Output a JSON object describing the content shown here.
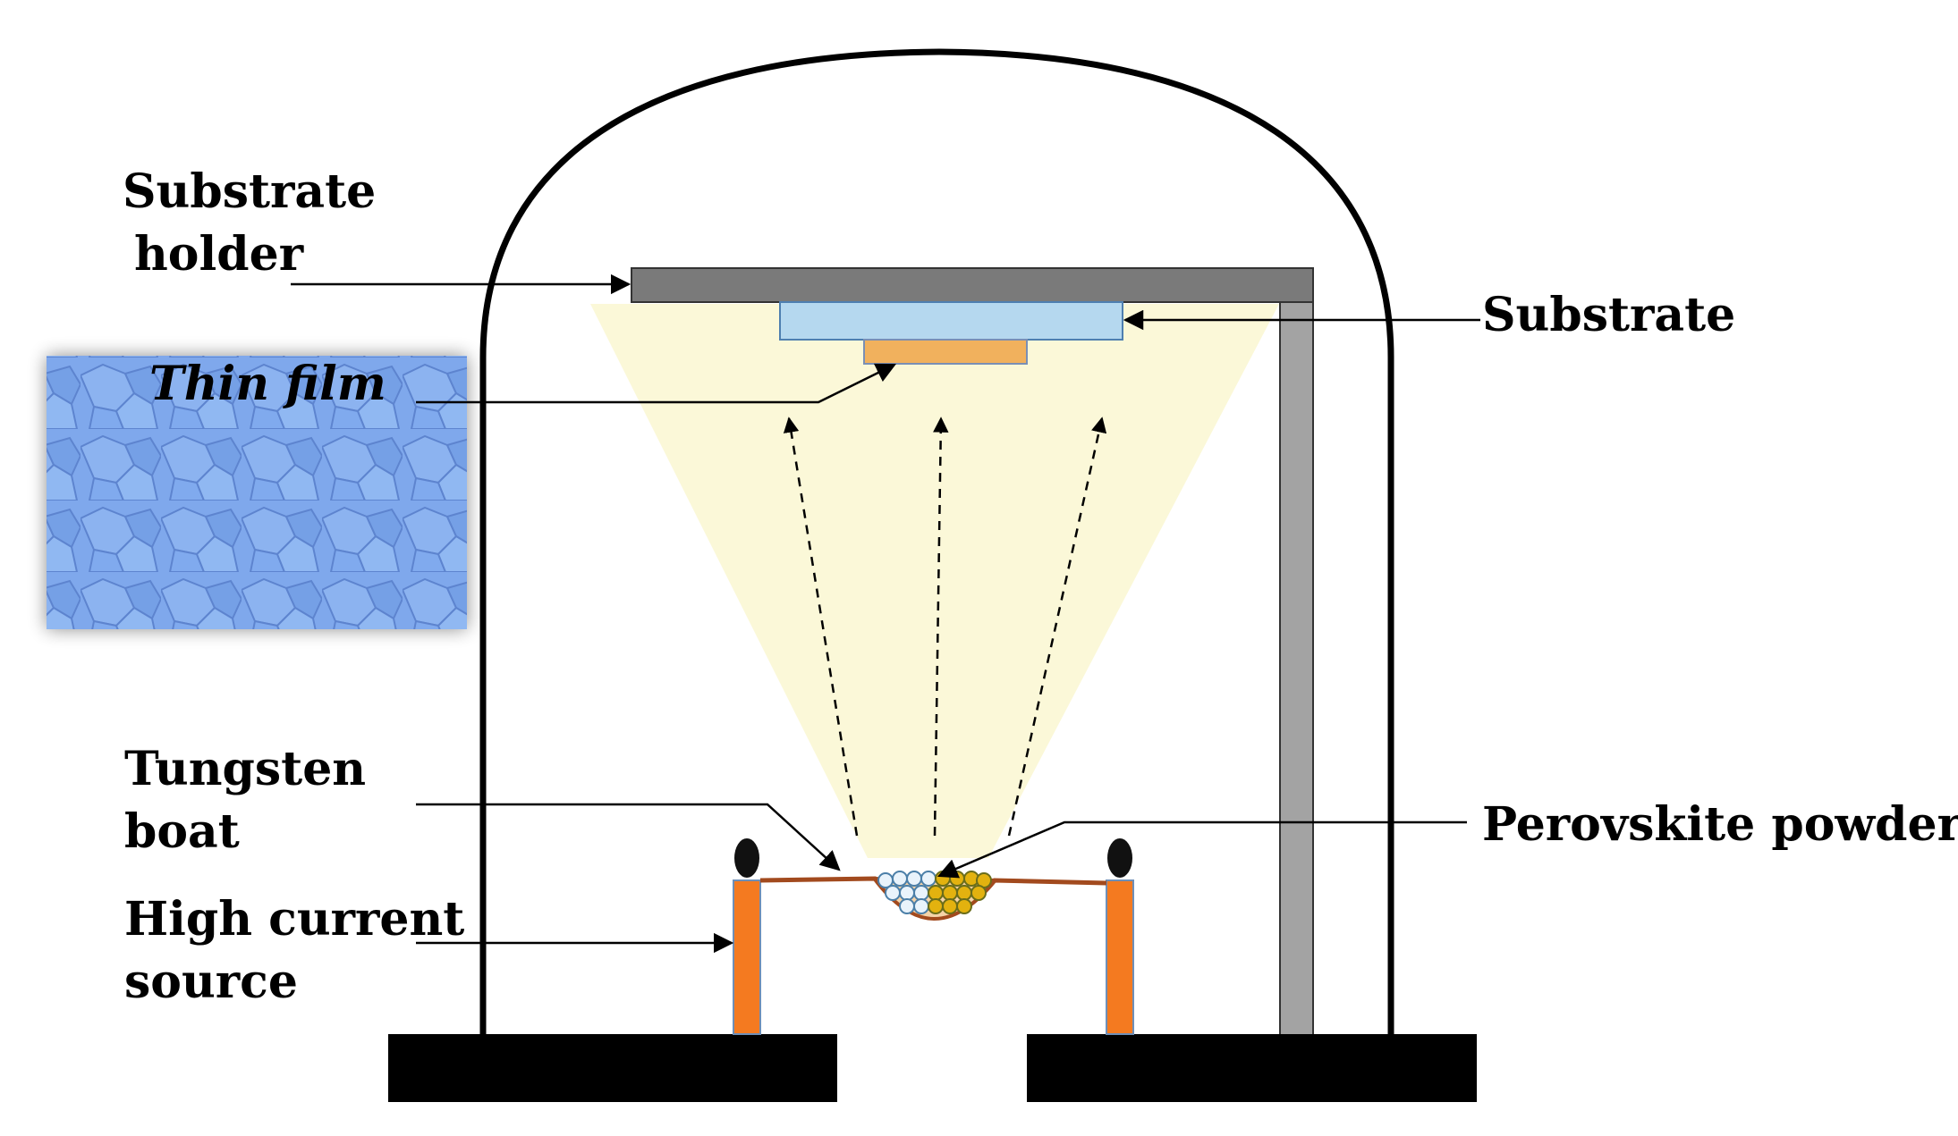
{
  "labels": {
    "substrate_holder_line1": "Substrate",
    "substrate_holder_line2": "holder",
    "thin_film": "Thin film",
    "substrate": "Substrate",
    "tungsten_boat_line1": "Tungsten",
    "tungsten_boat_line2": "boat",
    "perovskite_powder": "Perovskite powder",
    "high_current_line1": "High current",
    "high_current_line2": "source"
  },
  "colors": {
    "vapor_cone": "#fbf8d8",
    "substrate": "#b5d8ef",
    "thin_film": "#f1b15d",
    "holder": "#7a7a7a",
    "column": "#a3a3a3",
    "electrode": "#f47a20",
    "boat": "#a24a1e",
    "sem_image": "#7fa8ec",
    "base": "#000000"
  }
}
